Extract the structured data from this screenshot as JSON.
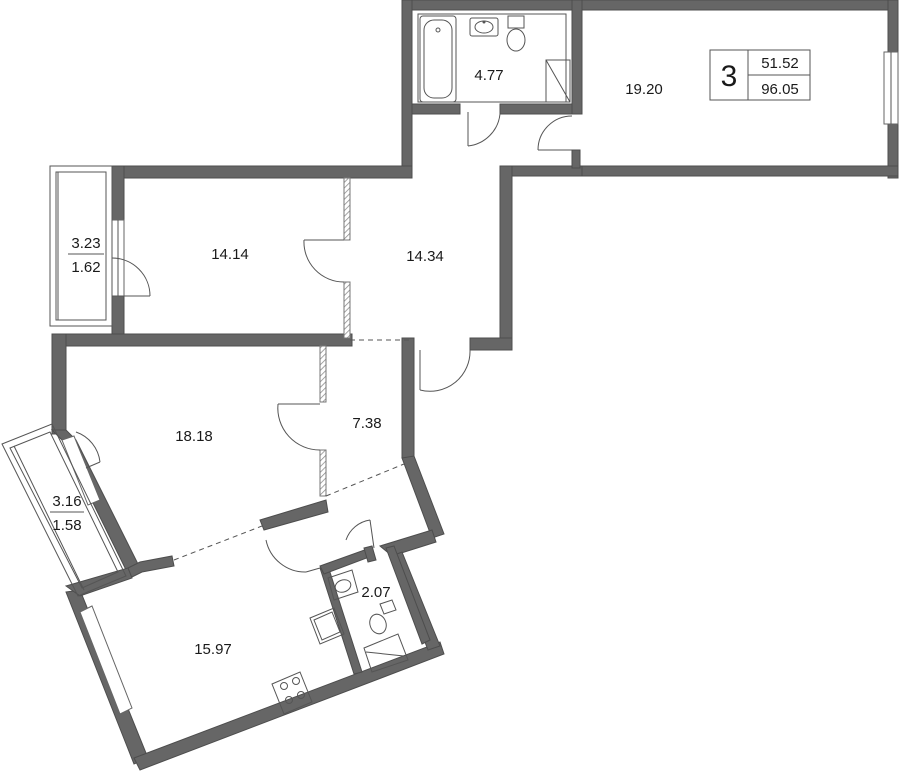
{
  "summary": {
    "rooms_count": "3",
    "living_area": "51.52",
    "total_area": "96.05"
  },
  "rooms": {
    "bathroom": "4.77",
    "living_room_large": "19.20",
    "bedroom_left": "14.14",
    "hall": "14.34",
    "bedroom_lower": "18.18",
    "corridor": "7.38",
    "kitchen": "15.97",
    "wc": "2.07"
  },
  "balconies": {
    "upper_total": "3.23",
    "upper_reduced": "1.62",
    "lower_total": "3.16",
    "lower_reduced": "1.58"
  }
}
